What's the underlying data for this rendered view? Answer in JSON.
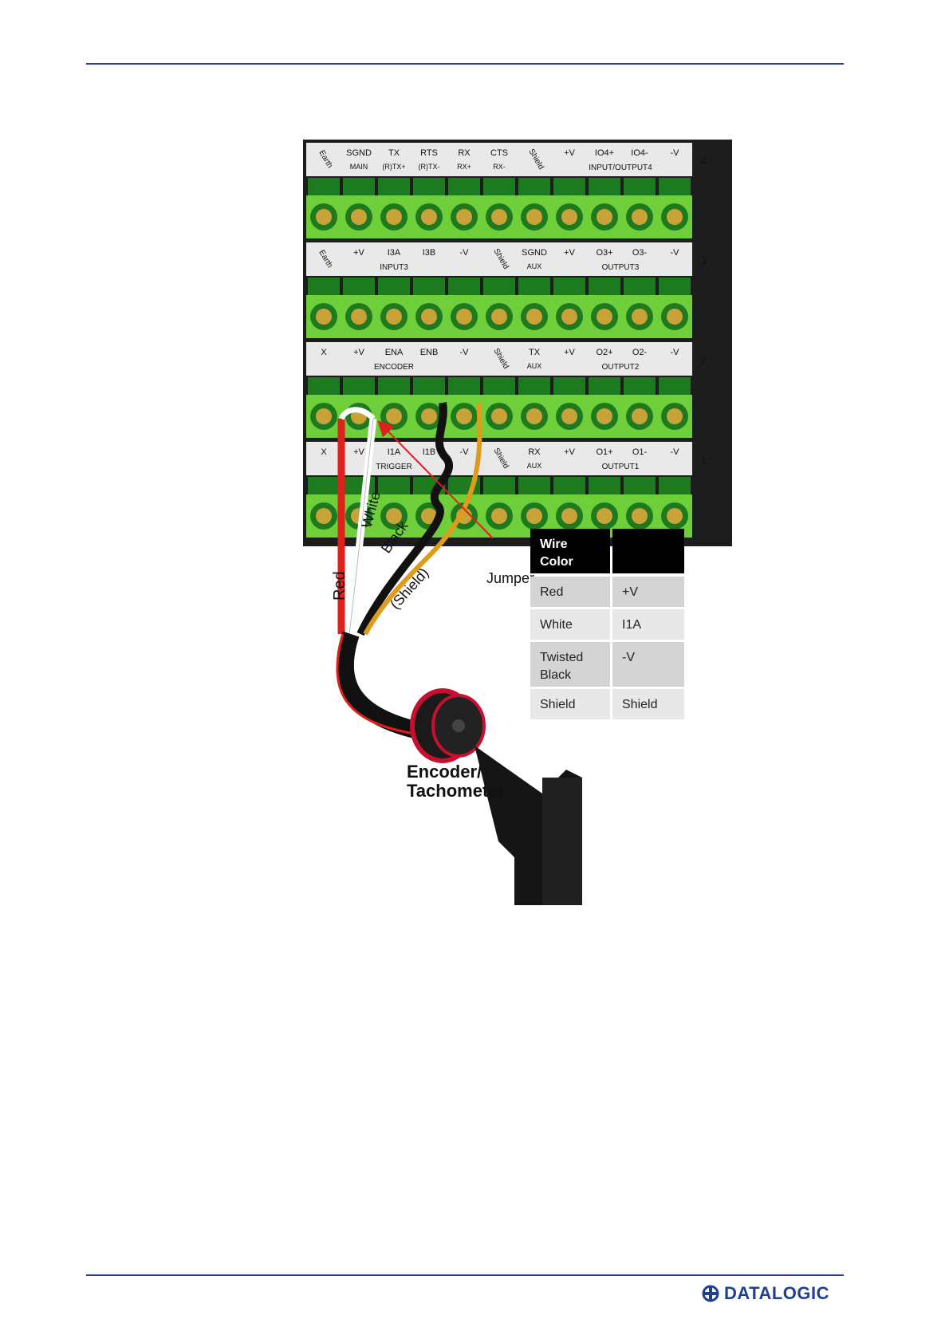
{
  "brand": {
    "logo_text": "DATALOGIC",
    "logo_color": "#1f3f93"
  },
  "colors": {
    "rule": "#2e3a8c",
    "terminal_green": "#6fcf3a",
    "terminal_dark": "#1e7a1e",
    "label_bg": "#e9e9e9",
    "wire_red": "#e0201a",
    "wire_white": "#ffffff",
    "wire_black": "#111111",
    "wire_shield": "#e09a1c",
    "jumper_arrow": "#e02020"
  },
  "terminal_rows": [
    {
      "number": "4",
      "cells": [
        {
          "top": "Earth",
          "bottom": "",
          "rotated": true
        },
        {
          "top": "SGND",
          "bottom": "MAIN"
        },
        {
          "top": "TX",
          "bottom": "(R)TX+"
        },
        {
          "top": "RTS",
          "bottom": "(R)TX-"
        },
        {
          "top": "RX",
          "bottom": "RX+"
        },
        {
          "top": "CTS",
          "bottom": "RX-"
        },
        {
          "top": "Shield",
          "bottom": "",
          "rotated": true
        },
        {
          "top": "+V",
          "bottom": ""
        },
        {
          "top": "IO4+",
          "bottom": ""
        },
        {
          "top": "IO4-",
          "bottom": ""
        },
        {
          "top": "-V",
          "bottom": ""
        }
      ],
      "group_label": "INPUT/OUTPUT4"
    },
    {
      "number": "3",
      "cells": [
        {
          "top": "Earth",
          "bottom": "",
          "rotated": true
        },
        {
          "top": "+V",
          "bottom": ""
        },
        {
          "top": "I3A",
          "bottom": ""
        },
        {
          "top": "I3B",
          "bottom": ""
        },
        {
          "top": "-V",
          "bottom": ""
        },
        {
          "top": "Shield",
          "bottom": "",
          "rotated": true
        },
        {
          "top": "SGND",
          "bottom": "AUX"
        },
        {
          "top": "+V",
          "bottom": ""
        },
        {
          "top": "O3+",
          "bottom": ""
        },
        {
          "top": "O3-",
          "bottom": ""
        },
        {
          "top": "-V",
          "bottom": ""
        }
      ],
      "group_label_left": "INPUT3",
      "group_label": "OUTPUT3"
    },
    {
      "number": "2",
      "cells": [
        {
          "top": "X",
          "bottom": ""
        },
        {
          "top": "+V",
          "bottom": ""
        },
        {
          "top": "ENA",
          "bottom": ""
        },
        {
          "top": "ENB",
          "bottom": ""
        },
        {
          "top": "-V",
          "bottom": ""
        },
        {
          "top": "Shield",
          "bottom": "",
          "rotated": true
        },
        {
          "top": "TX",
          "bottom": "AUX"
        },
        {
          "top": "+V",
          "bottom": ""
        },
        {
          "top": "O2+",
          "bottom": ""
        },
        {
          "top": "O2-",
          "bottom": ""
        },
        {
          "top": "-V",
          "bottom": ""
        }
      ],
      "group_label_left": "ENCODER",
      "group_label": "OUTPUT2"
    },
    {
      "number": "1",
      "cells": [
        {
          "top": "X",
          "bottom": ""
        },
        {
          "top": "+V",
          "bottom": ""
        },
        {
          "top": "I1A",
          "bottom": ""
        },
        {
          "top": "I1B",
          "bottom": ""
        },
        {
          "top": "-V",
          "bottom": ""
        },
        {
          "top": "Shield",
          "bottom": "",
          "rotated": true
        },
        {
          "top": "RX",
          "bottom": "AUX"
        },
        {
          "top": "+V",
          "bottom": ""
        },
        {
          "top": "O1+",
          "bottom": ""
        },
        {
          "top": "O1-",
          "bottom": ""
        },
        {
          "top": "-V",
          "bottom": ""
        }
      ],
      "group_label_left": "TRIGGER",
      "group_label": "OUTPUT1"
    }
  ],
  "wire_labels": {
    "red": "Red",
    "white": "White",
    "black": "Black",
    "shield": "(Shield)",
    "jumper": "Jumper"
  },
  "device_label_line1": "Encoder/",
  "device_label_line2": "Tachometer",
  "wire_table": {
    "headers": [
      "Wire Color",
      ""
    ],
    "rows": [
      [
        "Red",
        "+V"
      ],
      [
        "White",
        "I1A"
      ],
      [
        "Twisted Black",
        "-V"
      ],
      [
        "Shield",
        "Shield"
      ]
    ]
  }
}
